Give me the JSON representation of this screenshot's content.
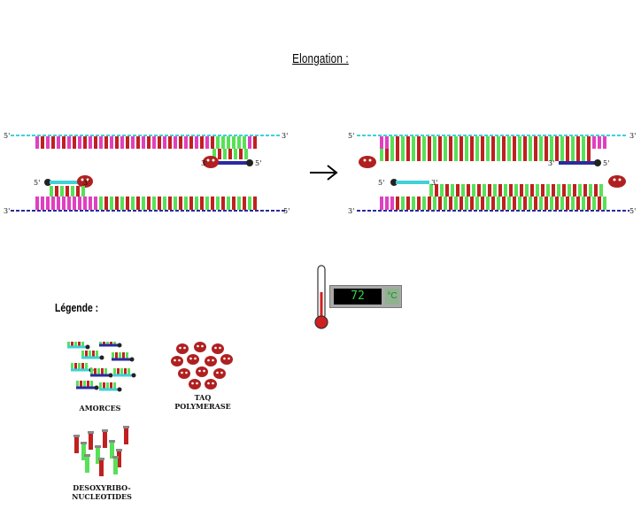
{
  "title": "Elongation :",
  "left_panel": {
    "top_strand_left": "5'",
    "top_strand_right": "3'",
    "primer_top_left": "3'",
    "primer_top_right": "5'",
    "primer_bottom_left": "5'",
    "primer_bottom_right": "3'",
    "bottom_strand_left": "3'",
    "bottom_strand_right": "5'"
  },
  "right_panel": {
    "top_strand_left": "5'",
    "top_strand_right": "3'",
    "primer_top_left": "3'",
    "primer_top_right": "5'",
    "primer_bottom_left": "5'",
    "primer_bottom_right": "3'",
    "bottom_strand_left": "3'",
    "bottom_strand_right": "5'"
  },
  "thermometer": {
    "value": "72",
    "unit": "°C"
  },
  "legend": {
    "title": "Légende :",
    "items": [
      {
        "label_line1": "AMORCES",
        "label_line2": ""
      },
      {
        "label_line1": "TAQ",
        "label_line2": "POLYMERASE"
      },
      {
        "label_line1": "DESOXYRIBO-",
        "label_line2": "NUCLEOTIDES"
      }
    ]
  },
  "colors": {
    "top_strand": "#40d0d8",
    "bottom_strand": "#2a2aa0",
    "base_magenta": "#e040c0",
    "base_red": "#c02020",
    "base_green": "#58e058",
    "enzyme": "#b02020"
  },
  "icons": [
    "right-arrow-icon",
    "thermometer-icon",
    "taq-polymerase-icon",
    "primer-icon",
    "nucleotide-icon"
  ]
}
